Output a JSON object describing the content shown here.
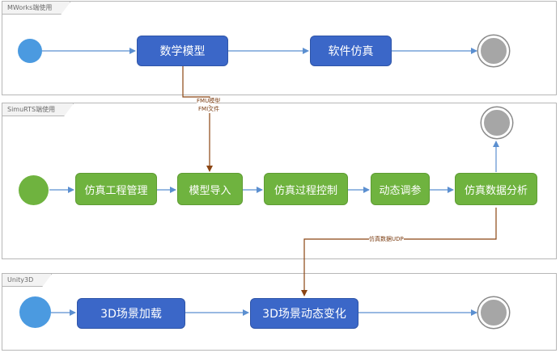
{
  "lanes": {
    "mworks": "MWorks端使用",
    "simurts": "SimuRTS端使用",
    "unity": "Unity3D"
  },
  "nodes": {
    "math_model": "数学模型",
    "software_sim": "软件仿真",
    "project_mgmt": "仿真工程管理",
    "model_import": "模型导入",
    "process_ctrl": "仿真过程控制",
    "dynamic_tune": "动态调参",
    "data_analysis": "仿真数据分析",
    "scene_load": "3D场景加载",
    "scene_change": "3D场景动态变化"
  },
  "annotations": {
    "fmu_model": "FMU模型",
    "fmi_file": "FMI文件",
    "udp_data": "仿真数据UDP"
  },
  "colors": {
    "blue_node": "#3b67c8",
    "green_node": "#6fb33f",
    "start_blue": "#4b9ae0",
    "end_gray": "#a6a6a6",
    "flow_arrow": "#5b8fd0",
    "cross_arrow": "#8b4513"
  }
}
